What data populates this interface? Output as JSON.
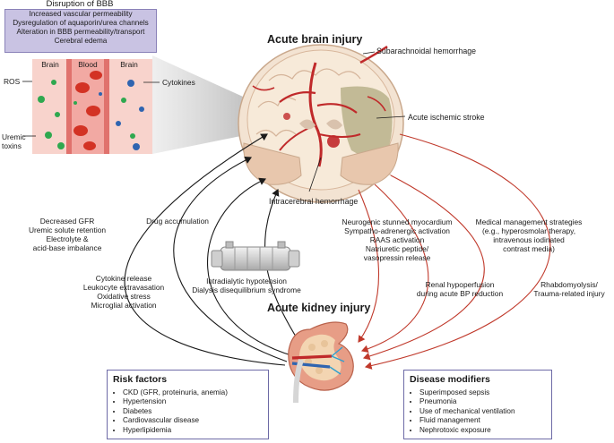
{
  "bbb": {
    "title": "Disruption of BBB",
    "lines": [
      "Increased vascular permeability",
      "Dysregulation of aquaporin/urea channels",
      "Alteration in BBB permeability/transport",
      "Cerebral edema"
    ],
    "brain_label_left": "Brain",
    "blood_label": "Blood",
    "brain_label_right": "Brain",
    "ros": "ROS",
    "cytokines": "Cytokines",
    "uremic_line1": "Uremic",
    "uremic_line2": "toxins"
  },
  "brain": {
    "title": "Acute brain injury",
    "sah": "Subarachnoidal hemorrhage",
    "ischemic": "Acute ischemic stroke",
    "ich": "Intracerebral hemorrhage"
  },
  "kidney": {
    "title": "Acute kidney injury"
  },
  "kidney_to_brain": {
    "gfr": [
      "Decreased GFR",
      "Uremic solute retention",
      "Electrolyte &",
      "acid-base imbalance"
    ],
    "drug": "Drug accumulation",
    "cytokine": [
      "Cytokine release",
      "Leukocyte extravasation",
      "Oxidative stress",
      "Microglial activation"
    ],
    "dialysis": [
      "Intradialytic hypotension",
      "Dialysis disequilibrium syndrome"
    ]
  },
  "brain_to_kidney": {
    "neuro": [
      "Neurogenic stunned myocardium",
      "Sympatho-adrenergic activation",
      "RAAS activation",
      "Natriuretic peptide/",
      "vasopressin release"
    ],
    "renal": [
      "Renal hypoperfusion",
      "during acute BP reduction"
    ],
    "medical": [
      "Medical management strategies",
      "(e.g., hyperosmolar therapy,",
      "intravenous iodinated",
      "contrast media)"
    ],
    "rhabdo": [
      "Rhabdomyolysis/",
      "Trauma-related injury"
    ]
  },
  "risk_factors": {
    "title": "Risk factors",
    "items": [
      "CKD (GFR, proteinuria, anemia)",
      "Hypertension",
      "Diabetes",
      "Cardiovascular disease",
      "Hyperlipidemia"
    ]
  },
  "disease_modifiers": {
    "title": "Disease modifiers",
    "items": [
      "Superimposed sepsis",
      "Pneumonia",
      "Use of mechanical ventilation",
      "Fluid management",
      "Nephrotoxic exposure"
    ]
  },
  "colors": {
    "black_arrow": "#1a1a1a",
    "red_arrow": "#c0392b",
    "box_border": "#6d6aa6",
    "bbb_box": "#c9c3e3"
  }
}
